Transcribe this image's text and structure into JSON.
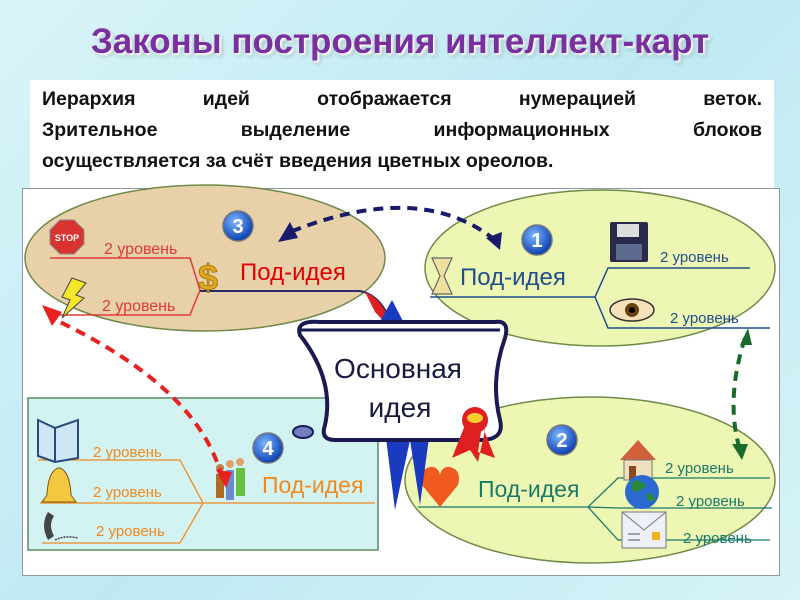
{
  "title": "Законы построения интеллект-карт",
  "description": [
    "Иерархия идей отображается нумерацией веток.",
    "Зрительное выделение информационных блоков",
    "осуществляется за счёт введения цветных ореолов."
  ],
  "colors": {
    "title": "#7a2f9e",
    "branch3": "#e03a3a",
    "branch1": "#1f4e8c",
    "branch4": "#f08a20",
    "branch2": "#1a7a6a"
  },
  "central": {
    "line1": "Основная",
    "line2": "идея"
  },
  "branches": [
    {
      "number": "3",
      "label": "Под-идея",
      "icon": "dollar-icon",
      "sub": [
        {
          "label": "2 уровень",
          "icon": "stop-sign-icon"
        },
        {
          "label": "2 уровень",
          "icon": "lightning-icon"
        }
      ]
    },
    {
      "number": "1",
      "label": "Под-идея",
      "icon": "hourglass-icon",
      "sub": [
        {
          "label": "2 уровень",
          "icon": "floppy-disk-icon"
        },
        {
          "label": "2 уровень",
          "icon": "eye-icon"
        }
      ]
    },
    {
      "number": "4",
      "label": "Под-идея",
      "icon": "people-icon",
      "sub": [
        {
          "label": "2 уровень",
          "icon": "book-icon"
        },
        {
          "label": "2 уровень",
          "icon": "bell-icon"
        },
        {
          "label": "2 уровень",
          "icon": "telephone-icon"
        }
      ]
    },
    {
      "number": "2",
      "label": "Под-идея",
      "icon": "heart-icon",
      "sub": [
        {
          "label": "2 уровень",
          "icon": "house-icon"
        },
        {
          "label": "2 уровень",
          "icon": "globe-icon"
        },
        {
          "label": "2 уровень",
          "icon": "envelope-icon"
        }
      ]
    }
  ]
}
